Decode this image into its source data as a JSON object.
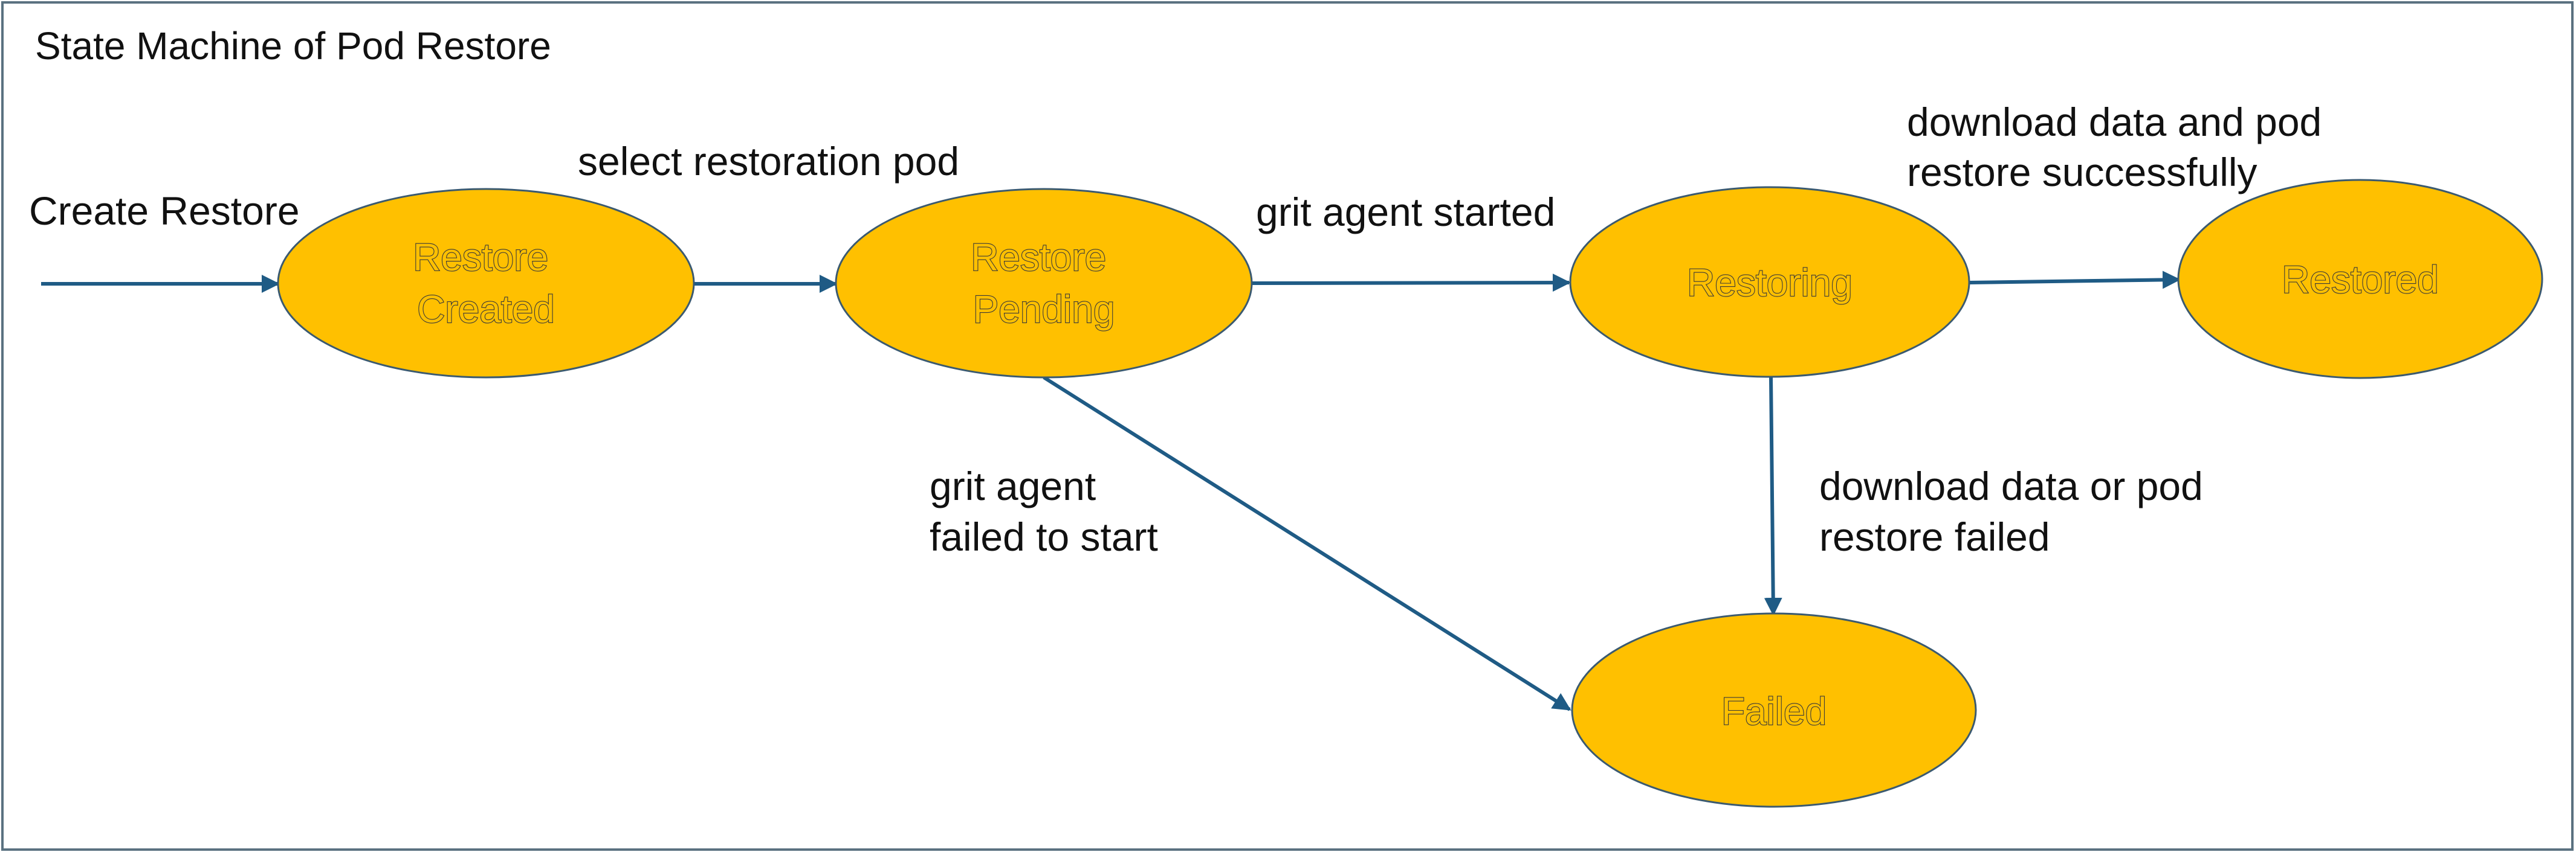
{
  "title": "State Machine of Pod Restore",
  "colors": {
    "state_fill": "#ffc000",
    "state_border": "#3b5a70",
    "edge": "#1f5b85",
    "frame": "#5a7180"
  },
  "states": {
    "created": [
      "Restore",
      "Created"
    ],
    "pending": [
      "Restore",
      "Pending"
    ],
    "restoring": [
      "Restoring"
    ],
    "restored": [
      "Restored"
    ],
    "failed": [
      "Failed"
    ]
  },
  "transitions": {
    "initial": [
      "Create Restore"
    ],
    "created_to_pending": [
      "select restoration pod"
    ],
    "pending_to_restoring": [
      "grit agent started"
    ],
    "restoring_to_restored": [
      "download data and pod",
      "restore successfully"
    ],
    "pending_to_failed": [
      "grit agent",
      "failed to start"
    ],
    "restoring_to_failed": [
      "download data or pod",
      "restore failed"
    ]
  }
}
